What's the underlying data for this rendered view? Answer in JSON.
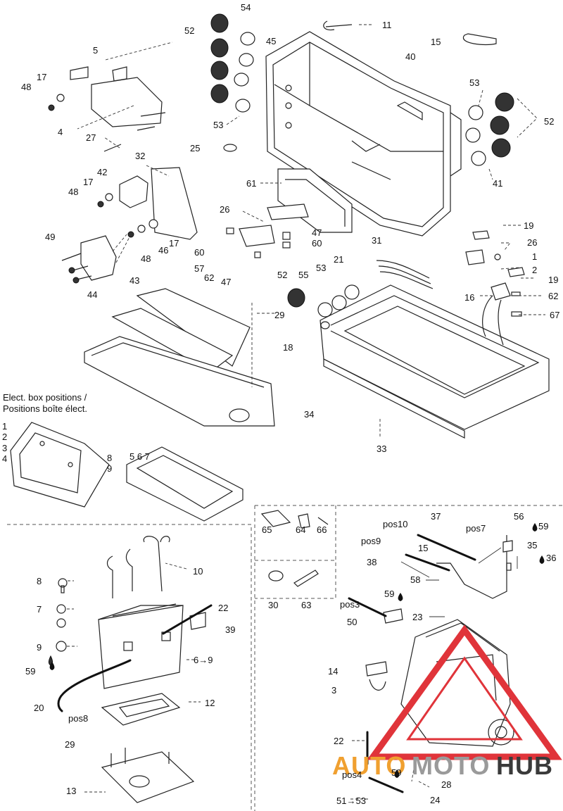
{
  "labels": [
    {
      "id": "n54",
      "text": "54"
    },
    {
      "id": "n11",
      "text": "11"
    },
    {
      "id": "n52a",
      "text": "52"
    },
    {
      "id": "n45",
      "text": "45"
    },
    {
      "id": "n15a",
      "text": "15"
    },
    {
      "id": "n40",
      "text": "40"
    },
    {
      "id": "n5a",
      "text": "5"
    },
    {
      "id": "n17a",
      "text": "17"
    },
    {
      "id": "n48a",
      "text": "48"
    },
    {
      "id": "n53a",
      "text": "53"
    },
    {
      "id": "n52b",
      "text": "52"
    },
    {
      "id": "n4",
      "text": "4"
    },
    {
      "id": "n27",
      "text": "27"
    },
    {
      "id": "n53b",
      "text": "53"
    },
    {
      "id": "n25",
      "text": "25"
    },
    {
      "id": "n41",
      "text": "41"
    },
    {
      "id": "n32",
      "text": "32"
    },
    {
      "id": "n42",
      "text": "42"
    },
    {
      "id": "n61",
      "text": "61"
    },
    {
      "id": "n17b",
      "text": "17"
    },
    {
      "id": "n48b",
      "text": "48"
    },
    {
      "id": "n26a",
      "text": "26"
    },
    {
      "id": "n47a",
      "text": "47"
    },
    {
      "id": "n60a",
      "text": "60"
    },
    {
      "id": "n19a",
      "text": "19"
    },
    {
      "id": "n49",
      "text": "49"
    },
    {
      "id": "n48c",
      "text": "48"
    },
    {
      "id": "n46",
      "text": "46"
    },
    {
      "id": "n17c",
      "text": "17"
    },
    {
      "id": "n31",
      "text": "31"
    },
    {
      "id": "n26b",
      "text": "26"
    },
    {
      "id": "n1a",
      "text": "1"
    },
    {
      "id": "n60b",
      "text": "60"
    },
    {
      "id": "n57",
      "text": "57"
    },
    {
      "id": "n62a",
      "text": "62"
    },
    {
      "id": "n47b",
      "text": "47"
    },
    {
      "id": "n21",
      "text": "21"
    },
    {
      "id": "n2a",
      "text": "2"
    },
    {
      "id": "n19b",
      "text": "19"
    },
    {
      "id": "n43",
      "text": "43"
    },
    {
      "id": "n44",
      "text": "44"
    },
    {
      "id": "n52c",
      "text": "52"
    },
    {
      "id": "n55",
      "text": "55"
    },
    {
      "id": "n53c",
      "text": "53"
    },
    {
      "id": "n16",
      "text": "16"
    },
    {
      "id": "n62b",
      "text": "62"
    },
    {
      "id": "n29a",
      "text": "29"
    },
    {
      "id": "n67",
      "text": "67"
    },
    {
      "id": "n18",
      "text": "18"
    },
    {
      "id": "n1b",
      "text": "1"
    },
    {
      "id": "n2b",
      "text": "2"
    },
    {
      "id": "n3a",
      "text": "3"
    },
    {
      "id": "n4b",
      "text": "4"
    },
    {
      "id": "n34",
      "text": "34"
    },
    {
      "id": "n33",
      "text": "33"
    },
    {
      "id": "n8a",
      "text": "8"
    },
    {
      "id": "n9a",
      "text": "9"
    },
    {
      "id": "n567",
      "text": "5 6 7"
    },
    {
      "id": "n37",
      "text": "37"
    },
    {
      "id": "pos10",
      "text": "pos10"
    },
    {
      "id": "pos7",
      "text": "pos7"
    },
    {
      "id": "n56",
      "text": "56"
    },
    {
      "id": "n59a",
      "text": "59"
    },
    {
      "id": "n65",
      "text": "65"
    },
    {
      "id": "n64",
      "text": "64"
    },
    {
      "id": "n66",
      "text": "66"
    },
    {
      "id": "pos9",
      "text": "pos9"
    },
    {
      "id": "n15b",
      "text": "15"
    },
    {
      "id": "n35",
      "text": "35"
    },
    {
      "id": "n38",
      "text": "38"
    },
    {
      "id": "n36",
      "text": "36"
    },
    {
      "id": "n58",
      "text": "58"
    },
    {
      "id": "n10",
      "text": "10"
    },
    {
      "id": "n8b",
      "text": "8"
    },
    {
      "id": "n30",
      "text": "30"
    },
    {
      "id": "n63",
      "text": "63"
    },
    {
      "id": "pos3",
      "text": "pos3"
    },
    {
      "id": "n59b",
      "text": "59"
    },
    {
      "id": "n7",
      "text": "7"
    },
    {
      "id": "n22a",
      "text": "22"
    },
    {
      "id": "n39",
      "text": "39"
    },
    {
      "id": "n50",
      "text": "50"
    },
    {
      "id": "n23",
      "text": "23"
    },
    {
      "id": "n9b",
      "text": "9"
    },
    {
      "id": "n69",
      "text": "6→9"
    },
    {
      "id": "n59c",
      "text": "59"
    },
    {
      "id": "n14",
      "text": "14"
    },
    {
      "id": "n3b",
      "text": "3"
    },
    {
      "id": "n20",
      "text": "20"
    },
    {
      "id": "n12",
      "text": "12"
    },
    {
      "id": "pos8",
      "text": "pos8"
    },
    {
      "id": "n29b",
      "text": "29"
    },
    {
      "id": "n22b",
      "text": "22"
    },
    {
      "id": "n13",
      "text": "13"
    },
    {
      "id": "pos4",
      "text": "pos4"
    },
    {
      "id": "n59d",
      "text": "59"
    },
    {
      "id": "n28",
      "text": "28"
    },
    {
      "id": "n5153",
      "text": "51→53"
    },
    {
      "id": "n24",
      "text": "24"
    }
  ],
  "caption_line1": "Elect. box positions /",
  "caption_line2": "Positions boîte élect.",
  "watermark": {
    "part1": "AUTO",
    "part2": "MOTO",
    "part3": "HUB"
  },
  "colors": {
    "watermark_orange": "#F0A030",
    "watermark_red": "#E0343A",
    "watermark_gray": "#9A9A9A",
    "watermark_dark": "#3A3A3A",
    "ink": "#111111"
  },
  "icons": [
    "oil-drop-icon"
  ]
}
